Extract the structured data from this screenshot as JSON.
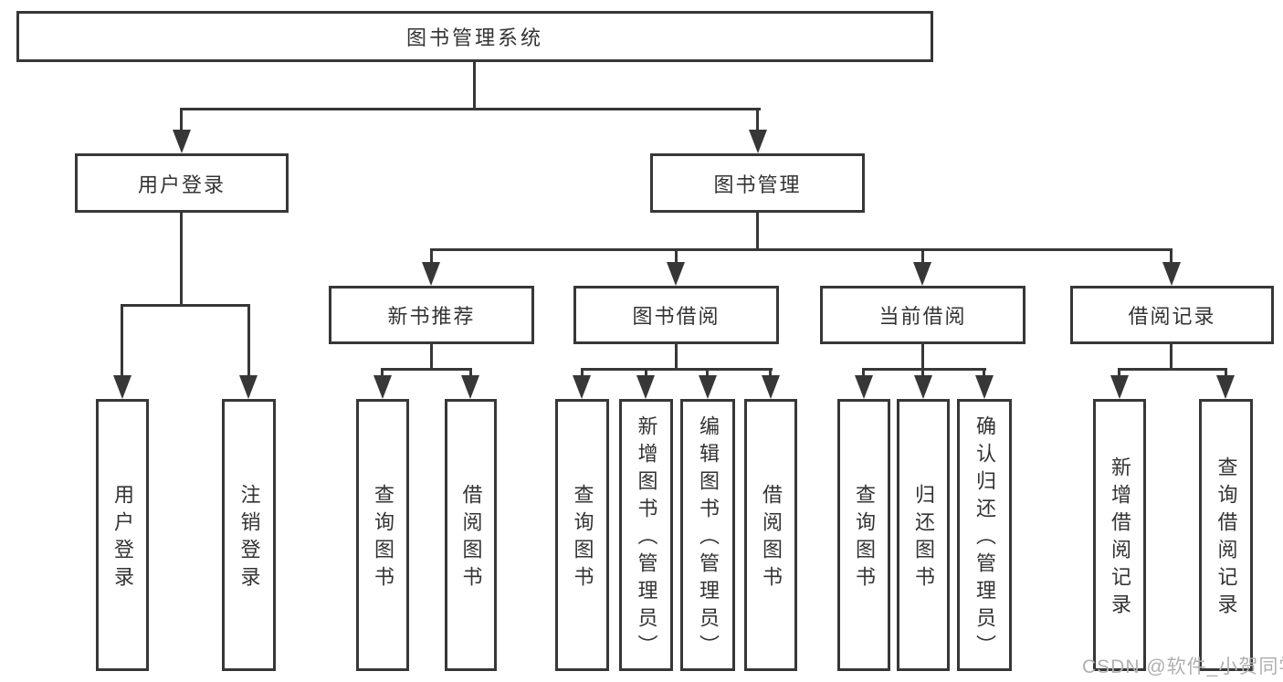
{
  "diagram": {
    "root": {
      "label": "图书管理系统"
    },
    "branches": [
      {
        "label": "用户登录",
        "children": [
          {
            "label": "用户登录"
          },
          {
            "label": "注销登录"
          }
        ]
      },
      {
        "label": "图书管理",
        "children": [
          {
            "label": "新书推荐",
            "children": [
              {
                "label": "查询图书"
              },
              {
                "label": "借阅图书"
              }
            ]
          },
          {
            "label": "图书借阅",
            "children": [
              {
                "label": "查询图书"
              },
              {
                "label": "新增图书（管理员）"
              },
              {
                "label": "编辑图书（管理员）"
              },
              {
                "label": "借阅图书"
              }
            ]
          },
          {
            "label": "当前借阅",
            "children": [
              {
                "label": "查询图书"
              },
              {
                "label": "归还图书"
              },
              {
                "label": "确认归还（管理员）"
              }
            ]
          },
          {
            "label": "借阅记录",
            "children": [
              {
                "label": "新增借阅记录"
              },
              {
                "label": "查询借阅记录"
              }
            ]
          }
        ]
      }
    ]
  },
  "watermark": {
    "text": "CSDN @软件_小贺同学"
  },
  "colors": {
    "line": "#373737",
    "text": "#333333",
    "watermark": "#b0b0b0",
    "background": "#ffffff"
  }
}
